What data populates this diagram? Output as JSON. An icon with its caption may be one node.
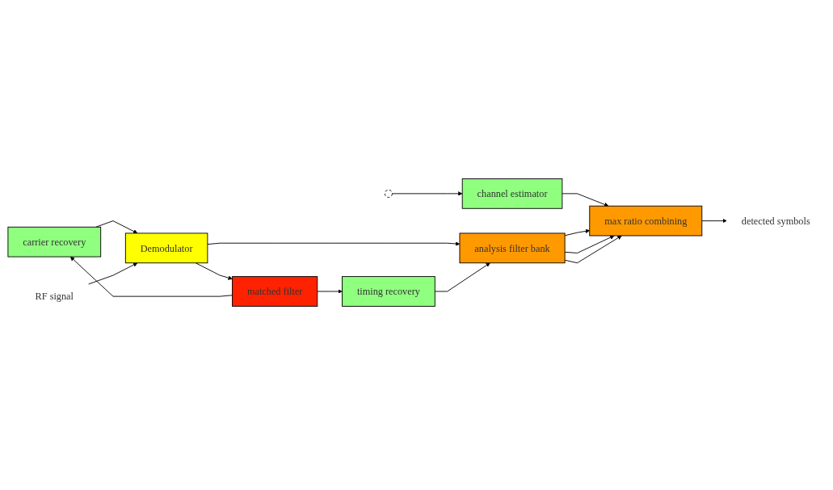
{
  "diagram": {
    "nodes": [
      {
        "text": [
          "carrier recovery"
        ]
      },
      {
        "text": [
          "RF signal"
        ]
      },
      {
        "text": [
          "Demodulator"
        ]
      },
      {
        "text": [
          "matched filter"
        ]
      },
      {
        "text": [
          "timing recovery"
        ]
      },
      {
        "text": [
          "channel estimator"
        ]
      },
      {
        "text": [
          "analysis filter bank"
        ]
      },
      {
        "text": [],
        "shape": "ellipse"
      },
      {
        "text": [
          "max ratio combining"
        ]
      },
      {
        "text": [
          "detected symbols"
        ]
      }
    ],
    "edges": [
      {
        "from": 0,
        "to": 2,
        "arrow": "to"
      },
      {
        "from": 1,
        "to": 2,
        "arrow": "to"
      },
      {
        "from": 2,
        "to": 3,
        "arrow": "to"
      },
      {
        "from": 2,
        "to": 6,
        "arrow": "to"
      },
      {
        "from": 3,
        "to": 0,
        "arrow": "to"
      },
      {
        "from": 3,
        "to": 4,
        "arrow": "to"
      },
      {
        "from": 4,
        "to": 6,
        "arrow": "to"
      },
      {
        "from": 7,
        "to": 5,
        "arrow": "to"
      },
      {
        "from": 5,
        "to": 8,
        "arrow": "to"
      },
      {
        "from": 6,
        "to": 8,
        "arrow": "to"
      },
      {
        "from": 6,
        "to": 8,
        "arrow": "to"
      },
      {
        "from": 6,
        "to": 8,
        "arrow": "to"
      },
      {
        "from": 8,
        "to": 9,
        "arrow": "to"
      }
    ]
  }
}
